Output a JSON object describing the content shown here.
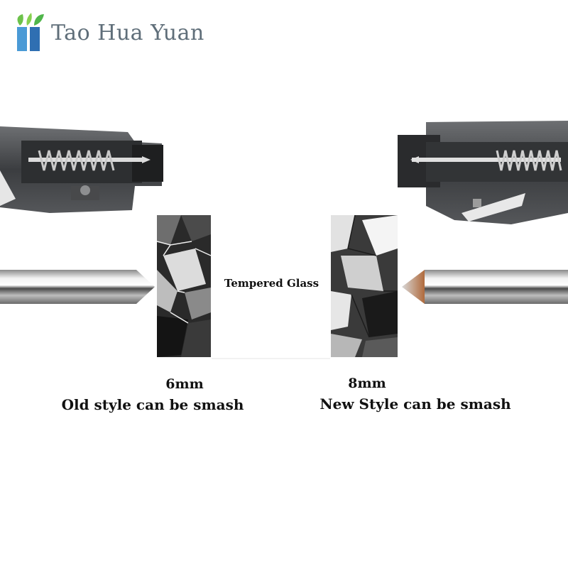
{
  "brand": {
    "name": "Tao Hua Yuan",
    "logo_icon": "sprout-logo-icon"
  },
  "labels": {
    "glass": "Tempered Glass",
    "left_size": "6mm",
    "left_caption": "Old style can be smash",
    "right_size": "8mm",
    "right_caption": "New Style can be smash"
  },
  "colors": {
    "brand_green": "#4fb54a",
    "brand_blue": "#3a86c8",
    "brand_text": "#5f6e79",
    "copper_tip": "#b06a3c"
  }
}
